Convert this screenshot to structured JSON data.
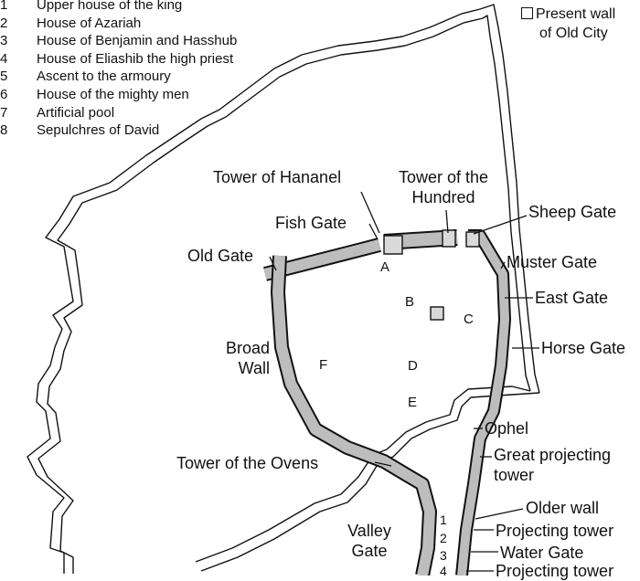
{
  "legend": [
    {
      "num": "1",
      "text": "Upper house of the king"
    },
    {
      "num": "2",
      "text": "House of Azariah"
    },
    {
      "num": "3",
      "text": "House of Benjamin and Hasshub"
    },
    {
      "num": "4",
      "text": "House of Eliashib the high priest"
    },
    {
      "num": "5",
      "text": "Ascent to the armoury"
    },
    {
      "num": "6",
      "text": "House of the mighty men"
    },
    {
      "num": "7",
      "text": "Artificial pool"
    },
    {
      "num": "8",
      "text": "Sepulchres of David"
    }
  ],
  "present_wall": {
    "line1": "Present wall",
    "line2": "of Old City"
  },
  "labels": {
    "tower_hananel": "Tower of Hananel",
    "tower_hundred_1": "Tower of the",
    "tower_hundred_2": "Hundred",
    "fish_gate": "Fish Gate",
    "sheep_gate": "Sheep Gate",
    "old_gate": "Old Gate",
    "muster_gate": "Muster Gate",
    "east_gate": "East Gate",
    "broad_wall_1": "Broad",
    "broad_wall_2": "Wall",
    "horse_gate": "Horse Gate",
    "ophel": "Ophel",
    "great_projecting_1": "Great projecting",
    "great_projecting_2": "tower",
    "tower_ovens": "Tower of the Ovens",
    "older_wall": "Older wall",
    "valley_gate_1": "Valley",
    "valley_gate_2": "Gate",
    "projecting_tower": "Projecting tower",
    "water_gate": "Water Gate",
    "projecting_tower_2": "Projecting tower"
  },
  "area_letters": {
    "a": "A",
    "b": "B",
    "c": "C",
    "d": "D",
    "e": "E",
    "f": "F"
  },
  "wall_numbers": {
    "n1": "1",
    "n2": "2",
    "n3": "3",
    "n4": "4"
  }
}
